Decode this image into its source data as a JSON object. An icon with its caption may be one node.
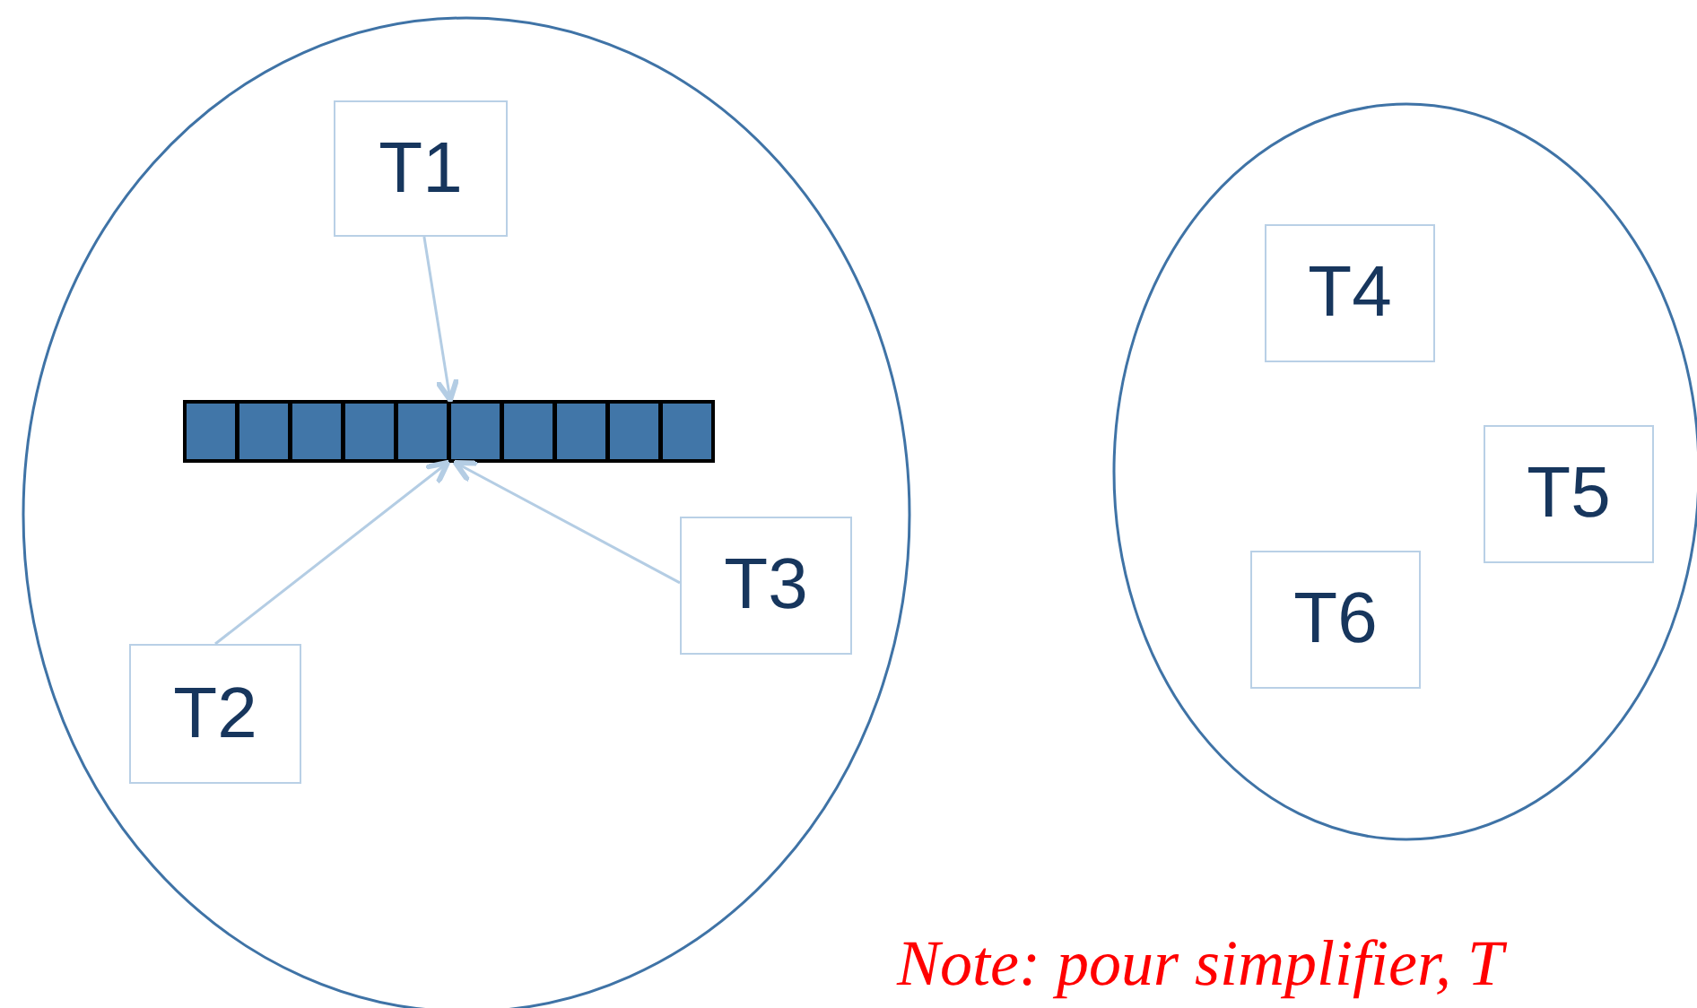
{
  "diagram": {
    "nodes": [
      {
        "text": [],
        "shape": "circle"
      },
      {
        "text": [
          "T1"
        ],
        "in": 0
      },
      {
        "text": [],
        "shape": "bar",
        "in": 0
      },
      {
        "text": [
          "T2"
        ],
        "in": 0
      },
      {
        "text": [
          "T3"
        ],
        "in": 0
      },
      {
        "text": [],
        "shape": "circle"
      },
      {
        "text": [
          "T4"
        ],
        "in": 5
      },
      {
        "text": [
          "T5"
        ],
        "in": 5
      },
      {
        "text": [
          "T6"
        ],
        "in": 5
      }
    ],
    "edges": [
      {
        "from": 1,
        "to": 2,
        "arrow": "to"
      },
      {
        "from": 3,
        "to": 2,
        "arrow": "to"
      },
      {
        "from": 4,
        "to": 2,
        "arrow": "to"
      }
    ],
    "labels": [
      "Note: pour simplifier, T"
    ]
  }
}
